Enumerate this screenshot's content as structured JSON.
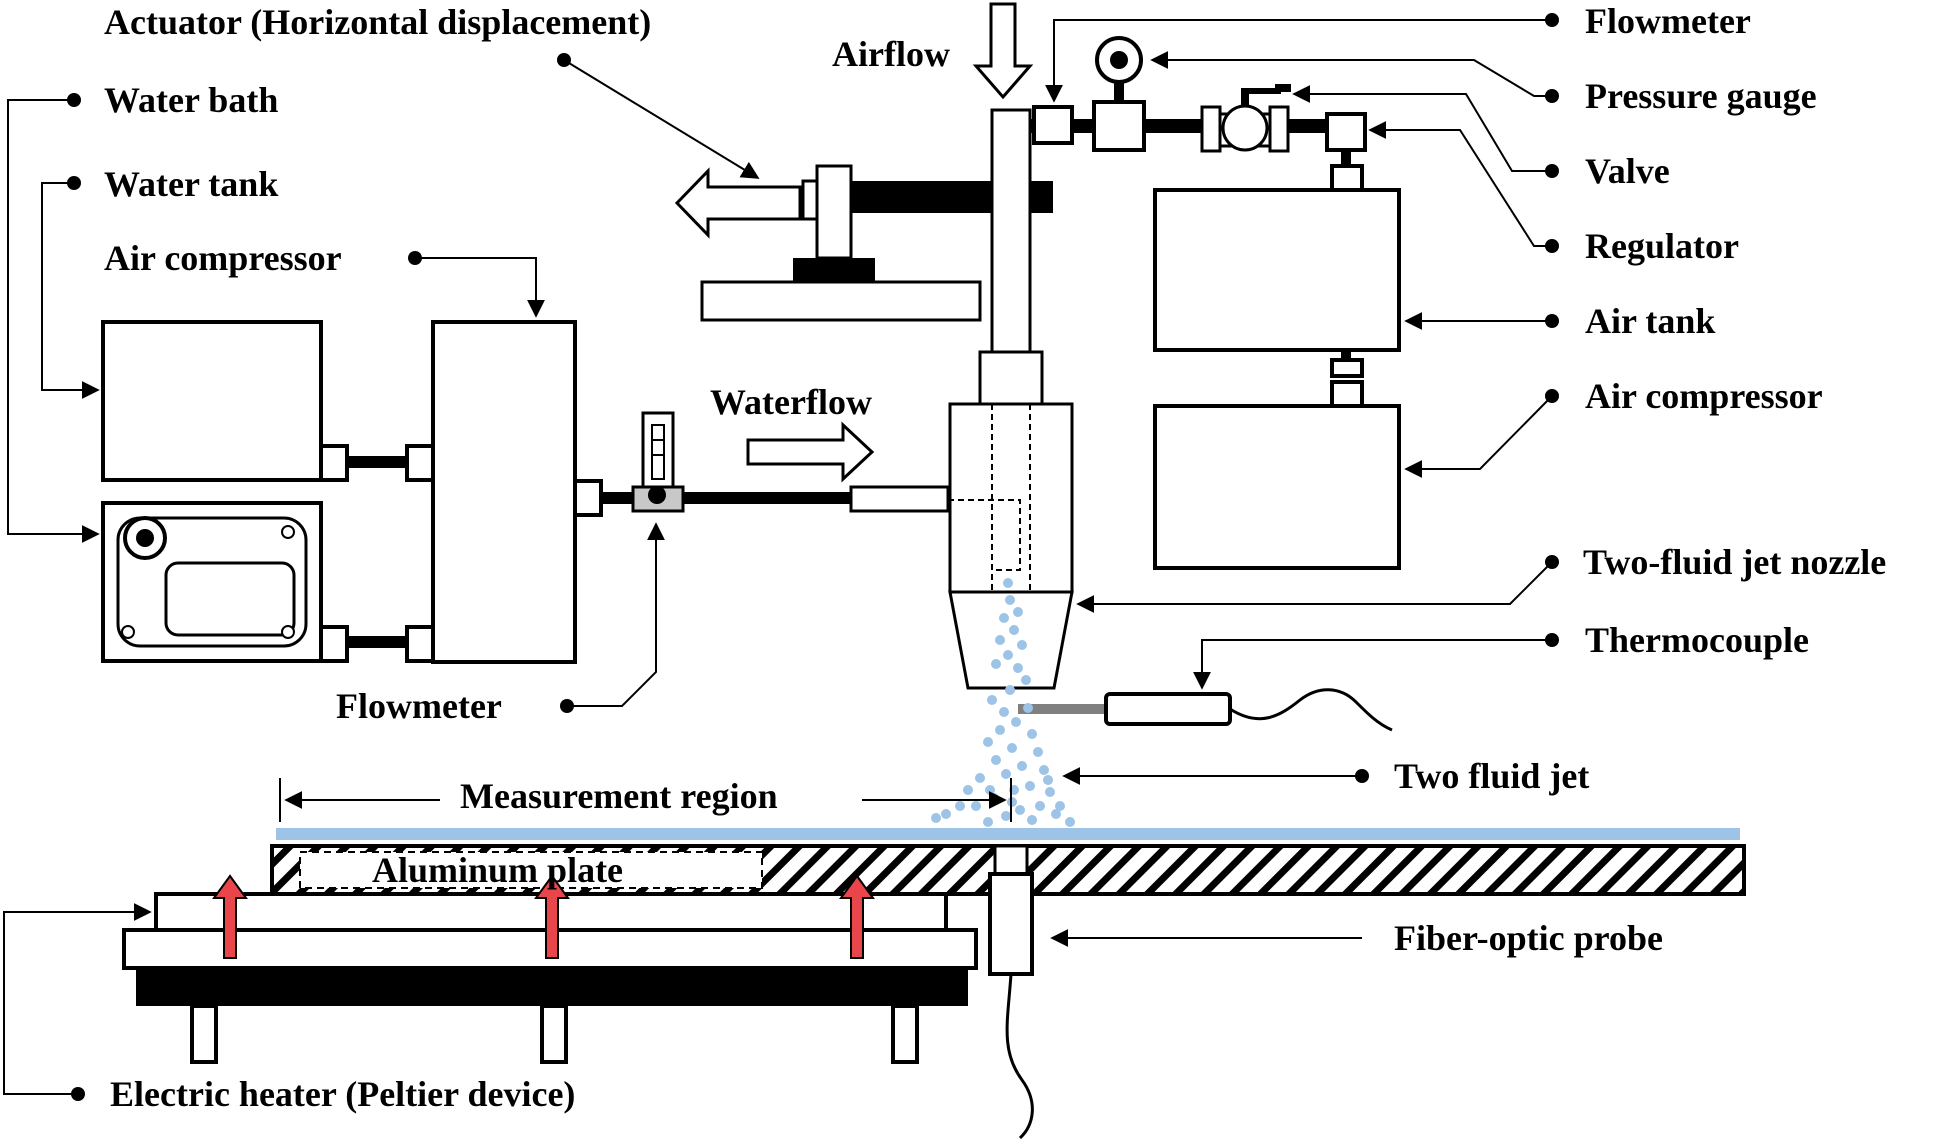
{
  "labels": {
    "actuator": "Actuator (Horizontal displacement)",
    "water_bath": "Water bath",
    "water_tank": "Water tank",
    "air_compressor_left": "Air compressor",
    "airflow": "Airflow",
    "waterflow": "Waterflow",
    "flowmeter_top": "Flowmeter",
    "pressure_gauge": "Pressure gauge",
    "valve": "Valve",
    "regulator": "Regulator",
    "air_tank": "Air tank",
    "air_compressor_right": "Air compressor",
    "two_fluid_jet_nozzle": "Two-fluid jet nozzle",
    "thermocouple": "Thermocouple",
    "flowmeter_bottom": "Flowmeter",
    "measurement_region": "Measurement region",
    "two_fluid_jet": "Two fluid jet",
    "aluminum_plate": "Aluminum plate",
    "fiber_optic_probe": "Fiber-optic probe",
    "electric_heater": "Electric heater (Peltier device)"
  },
  "colors": {
    "line": "#000000",
    "droplets": "#9dc3e6",
    "water_film": "#9dc3e6",
    "heat_arrow": "#e8464a"
  },
  "icons": {
    "gauge": "pressure-gauge-icon",
    "valve": "ball-valve-icon",
    "heat": "up-arrow-icon"
  }
}
